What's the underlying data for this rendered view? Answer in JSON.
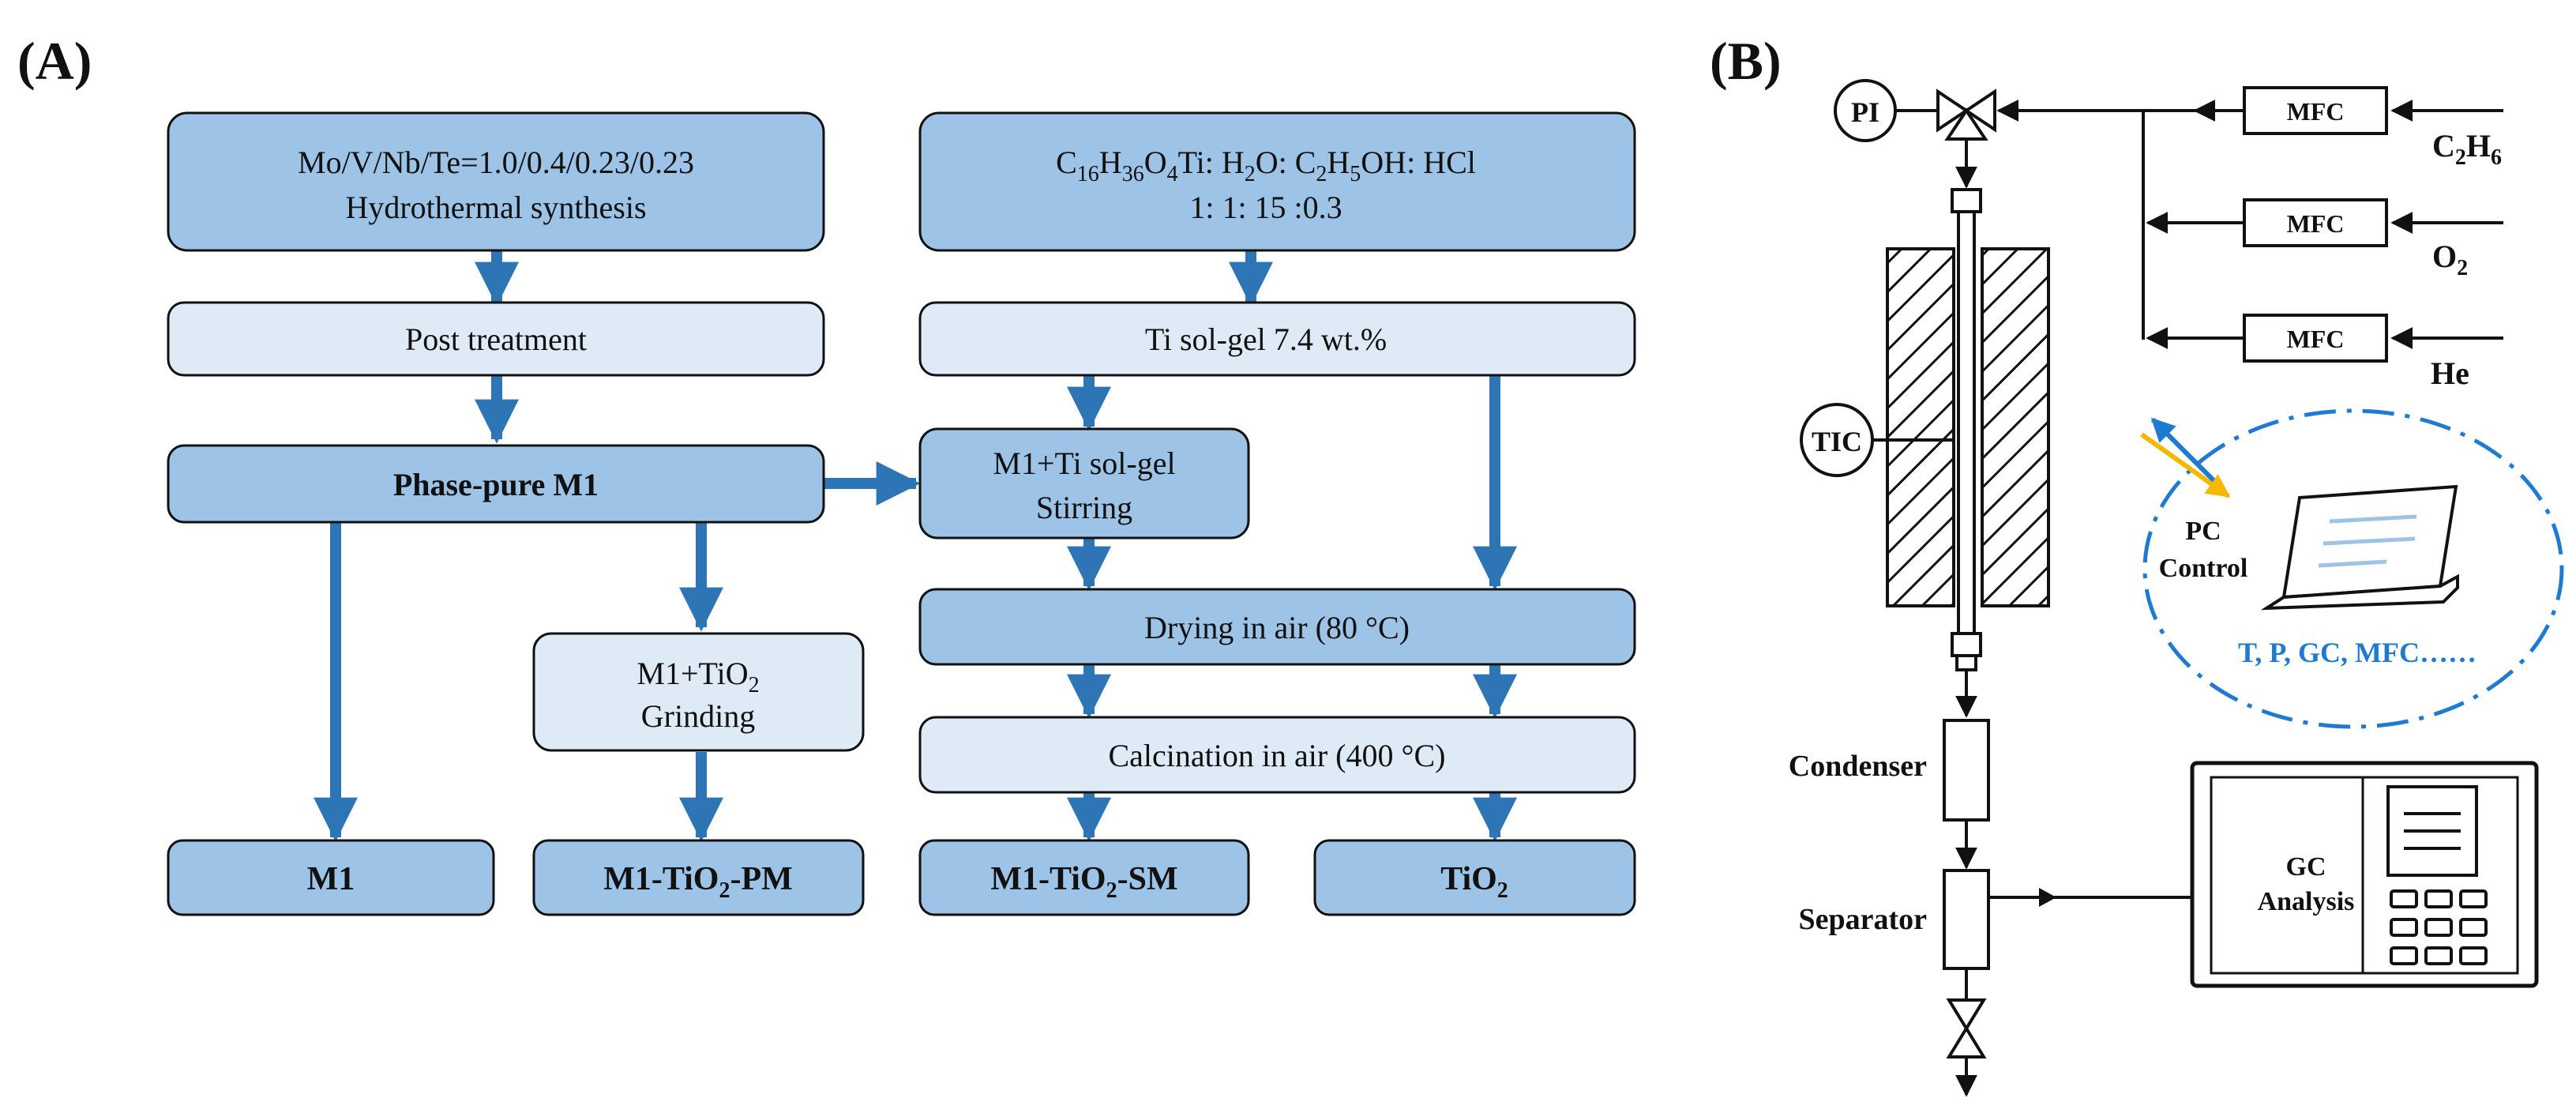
{
  "panel_a": {
    "label": "(A)",
    "box_precursor": {
      "line1": "Mo/V/Nb/Te=1.0/0.4/0.23/0.23",
      "line2": "Hydrothermal synthesis"
    },
    "box_post": "Post treatment",
    "box_phase_pure": "Phase-pure M1",
    "box_grinding": {
      "prefix": "M1+TiO",
      "sub": "2",
      "line2": "Grinding"
    },
    "box_ti_precursor": {
      "line1_parts": [
        {
          "t": "C",
          "s": false
        },
        {
          "t": "16",
          "s": true
        },
        {
          "t": "H",
          "s": false
        },
        {
          "t": "36",
          "s": true
        },
        {
          "t": "O",
          "s": false
        },
        {
          "t": "4",
          "s": true
        },
        {
          "t": "Ti: H",
          "s": false
        },
        {
          "t": "2",
          "s": true
        },
        {
          "t": "O: C",
          "s": false
        },
        {
          "t": "2",
          "s": true
        },
        {
          "t": "H",
          "s": false
        },
        {
          "t": "5",
          "s": true
        },
        {
          "t": "OH: HCl",
          "s": false
        }
      ],
      "line2": "1: 1: 15 :0.3"
    },
    "box_sol_gel": "Ti sol-gel 7.4 wt.%",
    "box_stirring": {
      "line1": "M1+Ti sol-gel",
      "line2": "Stirring"
    },
    "box_drying": "Drying in air (80 °C)",
    "box_calcination": "Calcination in air (400 °C)",
    "out_m1": "M1",
    "out_pm": {
      "prefix": "M1-TiO",
      "sub": "2",
      "suffix": "-PM"
    },
    "out_sm": {
      "prefix": "M1-TiO",
      "sub": "2",
      "suffix": "-SM"
    },
    "out_tio2": {
      "prefix": "TiO",
      "sub": "2"
    }
  },
  "panel_b": {
    "label": "(B)",
    "pi": "PI",
    "tic": "TIC",
    "mfc": [
      "MFC",
      "MFC",
      "MFC"
    ],
    "gas_c2h6": {
      "prefix": "C",
      "sub1": "2",
      "mid": "H",
      "sub2": "6"
    },
    "gas_o2": {
      "prefix": "O",
      "sub": "2"
    },
    "gas_he": "He",
    "pc_control": {
      "line1": "PC",
      "line2": "Control"
    },
    "control_vars": "T, P, GC, MFC……",
    "condenser": "Condenser",
    "separator": "Separator",
    "gc_analysis": {
      "line1": "GC",
      "line2": "Analysis"
    }
  },
  "colors": {
    "box_dark": "#9dc3e6",
    "box_light": "#deebf7",
    "arrow_blue": "#2e75b6",
    "outline": "#111111",
    "dash_circle": "#1f7bd1",
    "pc_blue_arrow": "#1f7bd1",
    "pc_yellow_arrow": "#f5b800"
  }
}
